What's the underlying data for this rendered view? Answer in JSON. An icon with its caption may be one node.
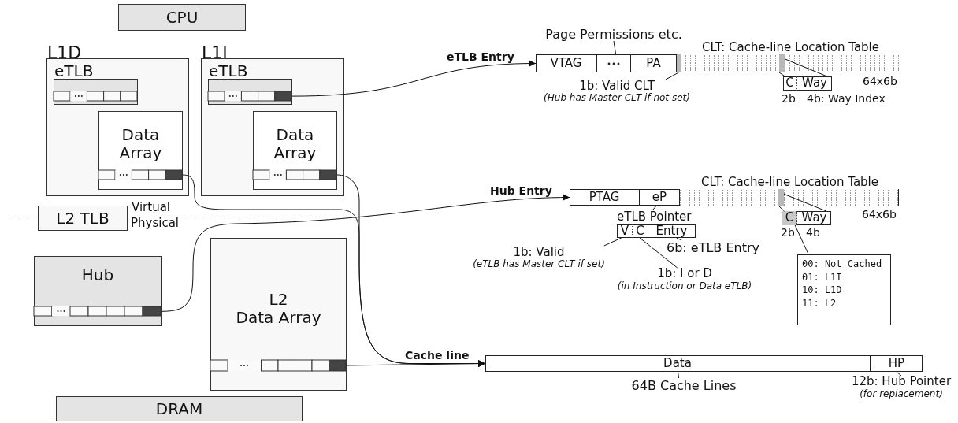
{
  "diagram": {
    "nodes": [
      {
        "text": [
          "CPU"
        ]
      },
      {
        "text": [
          "L1D"
        ]
      },
      {
        "text": [
          "eTLB"
        ],
        "in": 1
      },
      {
        "text": [
          "Data Array"
        ],
        "in": 1
      },
      {
        "text": [
          "L1I"
        ]
      },
      {
        "text": [
          "eTLB"
        ],
        "in": 4
      },
      {
        "text": [
          "Data Array"
        ],
        "in": 4
      },
      {
        "text": [
          "L2 TLB"
        ]
      },
      {
        "text": [
          "Hub"
        ]
      },
      {
        "text": [
          "L2",
          "Data Array"
        ]
      },
      {
        "text": [
          "DRAM"
        ]
      },
      {
        "text": [
          "Page Permissions etc."
        ]
      },
      {
        "text": [],
        "shape": "box"
      },
      {
        "text": [
          "VTAG"
        ],
        "in": 12
      },
      {
        "text": [],
        "shape": "box",
        "in": 12
      },
      {
        "text": [
          "PA"
        ],
        "in": 12
      },
      {
        "text": [],
        "shape": "bar",
        "in": 12
      },
      {
        "text": [
          "CLT: Cache-line Location Table"
        ],
        "in": 12,
        "beside": [
          "64x6b"
        ]
      },
      {
        "text": [],
        "shape": "bar",
        "in": 17
      },
      {
        "text": [
          "1b: Valid CLT",
          "(Hub has Master CLT if not set)"
        ]
      },
      {
        "text": [],
        "shape": "box",
        "beside": [
          "2b",
          "4b: Way Index"
        ]
      },
      {
        "text": [
          "C"
        ],
        "in": 20
      },
      {
        "text": [
          "Way"
        ],
        "in": 20
      },
      {
        "text": [],
        "shape": "box"
      },
      {
        "text": [
          "PTAG"
        ],
        "in": 23
      },
      {
        "text": [
          "eP"
        ],
        "in": 23
      },
      {
        "text": [
          "CLT: Cache-line Location Table"
        ],
        "in": 23,
        "beside": [
          "64x6b"
        ]
      },
      {
        "text": [],
        "shape": "bar",
        "in": 26
      },
      {
        "text": [
          "eTLB Pointer"
        ]
      },
      {
        "text": [
          "V"
        ],
        "in": 28
      },
      {
        "text": [
          "C"
        ],
        "in": 28
      },
      {
        "text": [
          "Entry"
        ],
        "in": 28
      },
      {
        "text": [
          "1b: Valid",
          "(eTLB has Master CLT if set)"
        ]
      },
      {
        "text": [
          "6b: eTLB Entry"
        ]
      },
      {
        "text": [
          "1b: I or D",
          "(in Instruction or Data eTLB)"
        ]
      },
      {
        "text": [],
        "shape": "box",
        "beside": [
          "2b",
          "4b"
        ]
      },
      {
        "text": [
          "C"
        ],
        "in": 35
      },
      {
        "text": [
          "Way"
        ],
        "in": 35
      },
      {
        "text": [
          "00: Not Cached",
          "01: L1I",
          "10: L1D",
          "11: L2"
        ]
      },
      {
        "text": [],
        "shape": "box"
      },
      {
        "text": [
          "Data"
        ],
        "in": 39
      },
      {
        "text": [
          "HP"
        ],
        "in": 39
      },
      {
        "text": [
          "64B Cache Lines"
        ]
      },
      {
        "text": [
          "12b: Hub Pointer",
          "(for replacement)"
        ]
      }
    ],
    "edges": [
      {
        "from": 5,
        "to": 12,
        "arrow": "to",
        "label": "eTLB Entry"
      },
      {
        "from": 8,
        "to": 23,
        "arrow": "to",
        "label": "Hub Entry"
      },
      {
        "from": 3,
        "to": 39,
        "arrow": "to"
      },
      {
        "from": 6,
        "to": 39,
        "arrow": "to"
      },
      {
        "from": 9,
        "to": 39,
        "arrow": "to",
        "label": "Cache line"
      },
      {
        "from": 11,
        "to": 14,
        "arrow": "none"
      },
      {
        "from": 19,
        "to": 16,
        "arrow": "none"
      },
      {
        "from": 18,
        "to": 20,
        "arrow": "none"
      },
      {
        "from": 18,
        "to": 20,
        "arrow": "none"
      },
      {
        "from": 25,
        "to": 28,
        "arrow": "none"
      },
      {
        "from": 32,
        "to": 29,
        "arrow": "none"
      },
      {
        "from": 34,
        "to": 30,
        "arrow": "none"
      },
      {
        "from": 33,
        "to": 31,
        "arrow": "none"
      },
      {
        "from": 27,
        "to": 35,
        "arrow": "none"
      },
      {
        "from": 27,
        "to": 35,
        "arrow": "none"
      },
      {
        "from": 36,
        "to": 38,
        "arrow": "none"
      },
      {
        "from": 42,
        "to": 40,
        "arrow": "none"
      },
      {
        "from": 43,
        "to": 41,
        "arrow": "none"
      }
    ],
    "labels": [
      "Virtual",
      "Physical"
    ]
  }
}
